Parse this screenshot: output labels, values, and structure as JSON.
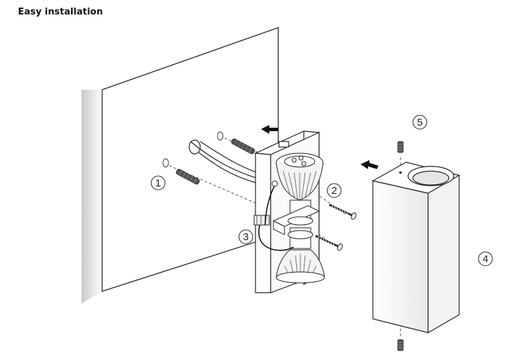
{
  "title": "Easy installation",
  "callouts": [
    {
      "id": "1",
      "label": "1"
    },
    {
      "id": "2",
      "label": "2"
    },
    {
      "id": "3",
      "label": "3"
    },
    {
      "id": "4",
      "label": "4"
    },
    {
      "id": "5",
      "label": "5"
    }
  ]
}
